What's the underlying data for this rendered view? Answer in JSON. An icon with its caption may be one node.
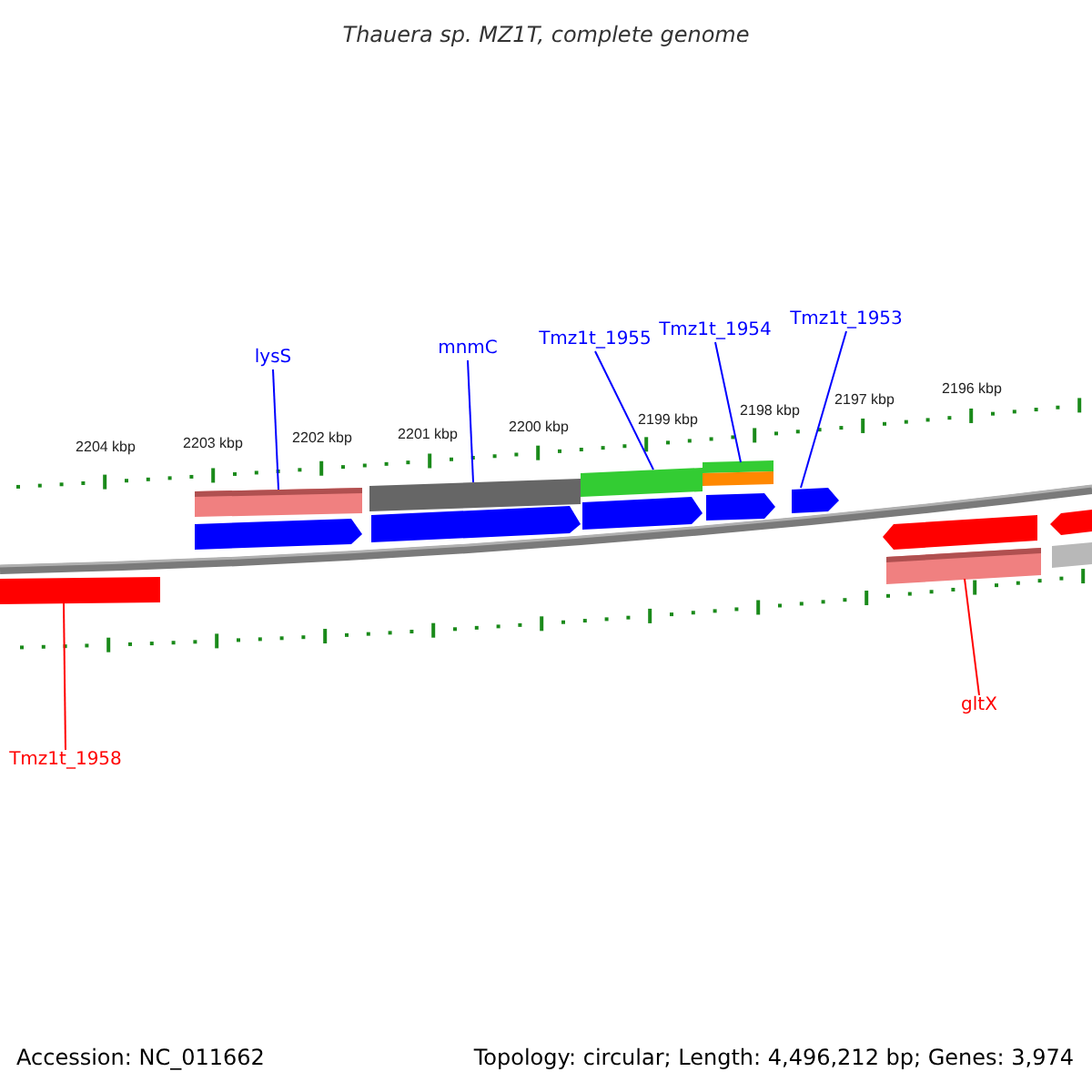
{
  "diagram": {
    "title": "Thauera sp. MZ1T, complete genome",
    "nodes": [
      {
        "text": [
          "lysS"
        ]
      },
      {
        "text": [
          "mnmC"
        ]
      },
      {
        "text": [
          "Tmz1t_1955"
        ]
      },
      {
        "text": [
          "Tmz1t_1954"
        ]
      },
      {
        "text": [
          "Tmz1t_1953"
        ]
      },
      {
        "text": [
          "Tmz1t_1958"
        ]
      },
      {
        "text": [
          "gltX"
        ]
      },
      {
        "text": [],
        "shape": "bar"
      },
      {
        "text": [],
        "shape": "bar"
      },
      {
        "text": [],
        "shape": "pentagon"
      },
      {
        "text": [],
        "shape": "bar"
      },
      {
        "text": [],
        "shape": "pentagon"
      },
      {
        "text": [],
        "shape": "bar"
      },
      {
        "text": [],
        "shape": "pentagon"
      },
      {
        "text": [],
        "shape": "bar"
      },
      {
        "text": [],
        "shape": "bar"
      },
      {
        "text": [],
        "shape": "pentagon"
      },
      {
        "text": [],
        "shape": "pentagon"
      },
      {
        "text": [],
        "shape": "pentagon"
      },
      {
        "text": [],
        "shape": "bar"
      },
      {
        "text": [],
        "shape": "pentagon"
      },
      {
        "text": [],
        "shape": "bar"
      }
    ],
    "edges": [
      {
        "from": 0,
        "to": 8,
        "arrow": "none"
      },
      {
        "from": 1,
        "to": 10,
        "arrow": "none"
      },
      {
        "from": 2,
        "to": 12,
        "arrow": "none"
      },
      {
        "from": 3,
        "to": 14,
        "arrow": "none"
      },
      {
        "from": 4,
        "to": 17,
        "arrow": "none"
      },
      {
        "from": 5,
        "to": 7,
        "arrow": "none",
        "color": "#ff0000"
      },
      {
        "from": 6,
        "to": 19,
        "arrow": "none",
        "color": "#ff0000"
      }
    ],
    "labels": [
      "2204 kbp",
      "2203 kbp",
      "2202 kbp",
      "2201 kbp",
      "2200 kbp",
      "2199 kbp",
      "2198 kbp",
      "2197 kbp",
      "2196 kbp",
      "Accession: NC_011662",
      "Topology: circular; Length: 4,496,212 bp; Genes: 3,974"
    ]
  }
}
